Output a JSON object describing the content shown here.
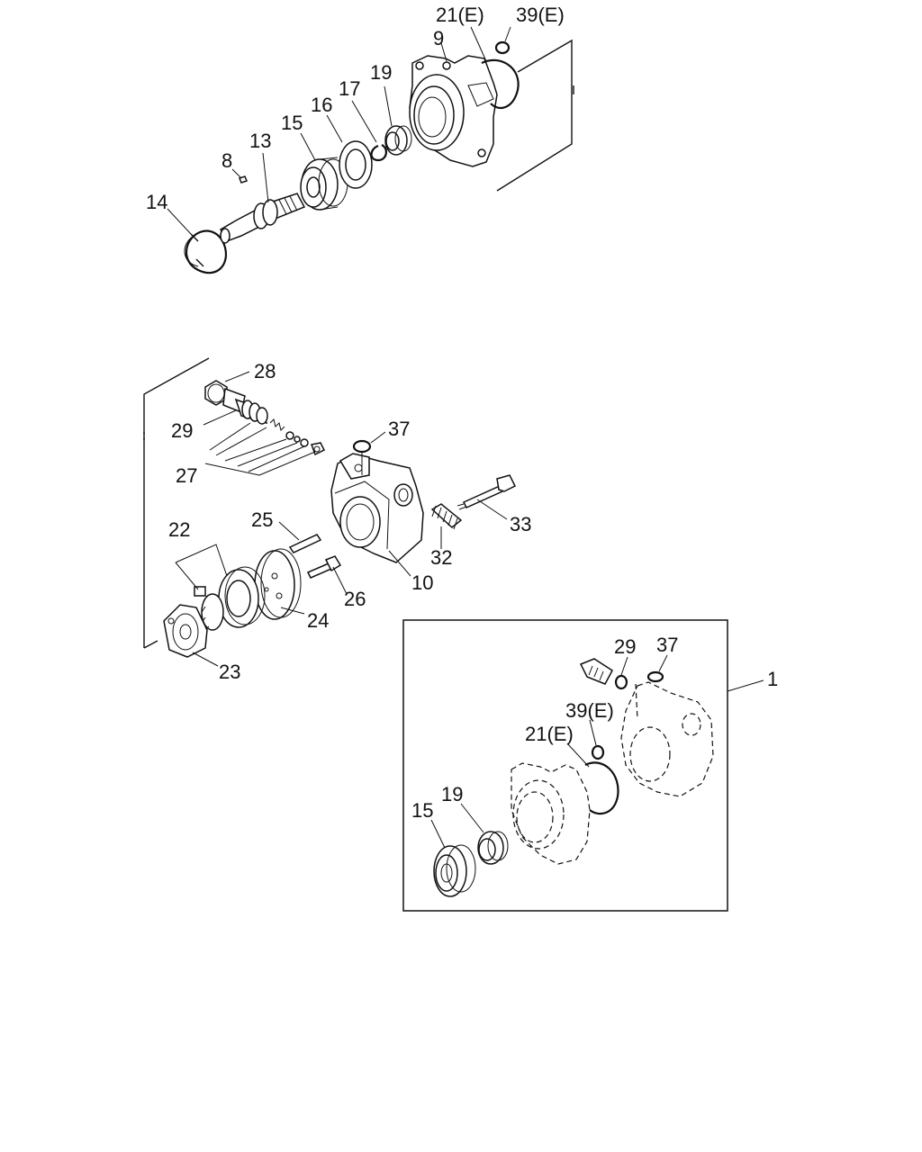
{
  "diagram": {
    "labels": {
      "p21e_top": "21(E)",
      "p39e_top": "39(E)",
      "p9": "9",
      "p19_top": "19",
      "p17": "17",
      "p16": "16",
      "p15_top": "15",
      "p13": "13",
      "p8": "8",
      "p14": "14",
      "p28": "28",
      "p29_mid": "29",
      "p37_mid": "37",
      "p27": "27",
      "p25": "25",
      "p22": "22",
      "p33": "33",
      "p32": "32",
      "p10": "10",
      "p26": "26",
      "p24": "24",
      "p23": "23",
      "p1": "1",
      "p29_inset": "29",
      "p37_inset": "37",
      "p39e_inset": "39(E)",
      "p21e_inset": "21(E)",
      "p19_inset": "19",
      "p15_inset": "15"
    }
  }
}
